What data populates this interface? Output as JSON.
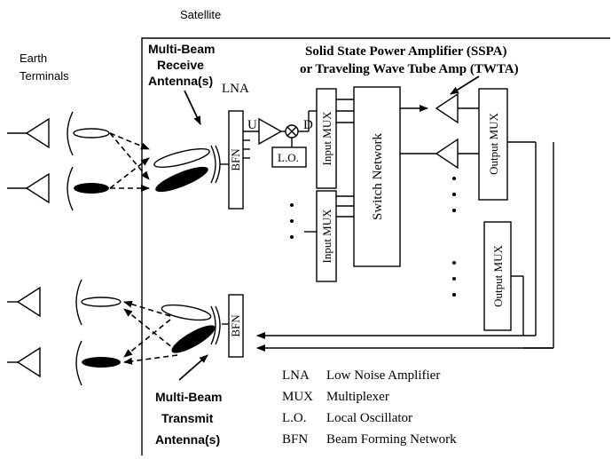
{
  "labels": {
    "satellite": "Satellite",
    "earth_terminals": [
      "Earth",
      "Terminals"
    ],
    "rx_antenna": [
      "Multi-Beam",
      "Receive",
      "Antenna(s)"
    ],
    "tx_antenna": [
      "Multi-Beam",
      "Transmit",
      "Antenna(s)"
    ],
    "amp_title": [
      "Solid State Power Amplifier (SSPA)",
      "or  Traveling Wave Tube Amp (TWTA)"
    ],
    "lna": "LNA",
    "u": "U",
    "d": "D",
    "lo": "L.O.",
    "bfn": "BFN",
    "input_mux": "Input MUX",
    "output_mux": "Output MUX",
    "switch_network": "Switch Network"
  },
  "legend": [
    {
      "abbr": "LNA",
      "text": "Low Noise Amplifier"
    },
    {
      "abbr": "MUX",
      "text": "Multiplexer"
    },
    {
      "abbr": "L.O.",
      "text": "Local Oscillator"
    },
    {
      "abbr": "BFN",
      "text": "Beam Forming Network"
    }
  ]
}
